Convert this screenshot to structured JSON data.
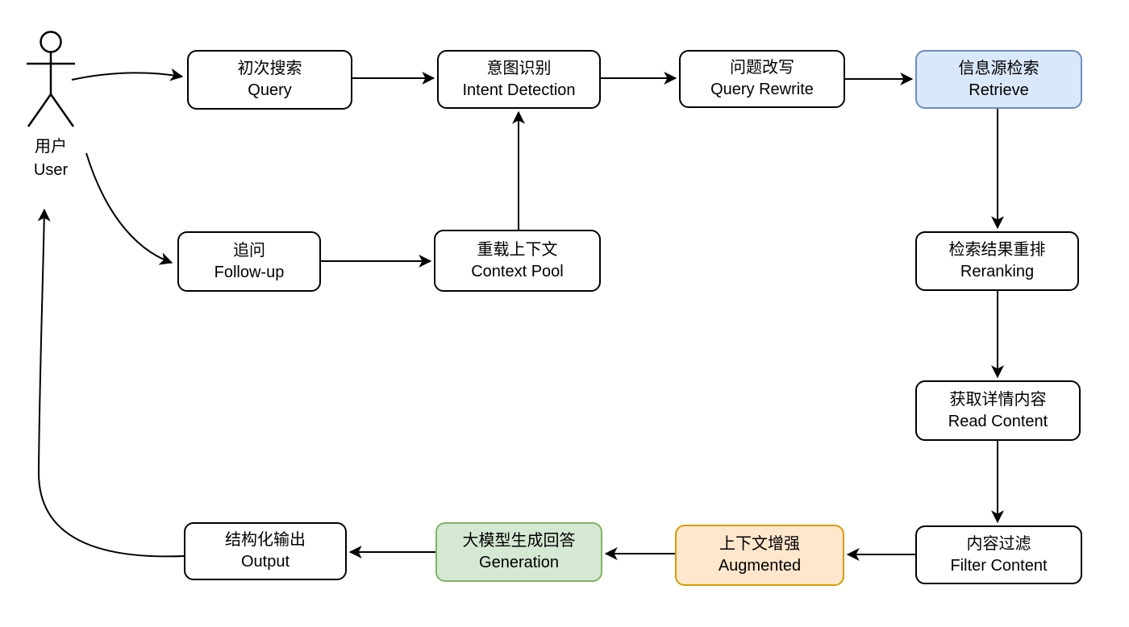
{
  "diagram": {
    "actor": {
      "zh": "用户",
      "en": "User"
    },
    "colors": {
      "default_fill": "#ffffff",
      "default_stroke": "#000000",
      "blue_fill": "#dae8fc",
      "blue_stroke": "#6c8ebf",
      "orange_fill": "#ffe6cc",
      "orange_stroke": "#d79b00",
      "green_fill": "#d5e8d4",
      "green_stroke": "#82b366",
      "line": "#000000"
    },
    "nodes": [
      {
        "id": "query",
        "zh": "初次搜索",
        "en": "Query",
        "fill": "#ffffff",
        "stroke": "#000000"
      },
      {
        "id": "intent",
        "zh": "意图识别",
        "en": "Intent Detection",
        "fill": "#ffffff",
        "stroke": "#000000"
      },
      {
        "id": "rewrite",
        "zh": "问题改写",
        "en": "Query Rewrite",
        "fill": "#ffffff",
        "stroke": "#000000"
      },
      {
        "id": "retrieve",
        "zh": "信息源检索",
        "en": "Retrieve",
        "fill": "#dae8fc",
        "stroke": "#6c8ebf"
      },
      {
        "id": "followup",
        "zh": "追问",
        "en": "Follow-up",
        "fill": "#ffffff",
        "stroke": "#000000"
      },
      {
        "id": "context",
        "zh": "重载上下文",
        "en": "Context Pool",
        "fill": "#ffffff",
        "stroke": "#000000"
      },
      {
        "id": "rerank",
        "zh": "检索结果重排",
        "en": "Reranking",
        "fill": "#ffffff",
        "stroke": "#000000"
      },
      {
        "id": "read",
        "zh": "获取详情内容",
        "en": "Read Content",
        "fill": "#ffffff",
        "stroke": "#000000"
      },
      {
        "id": "filter",
        "zh": "内容过滤",
        "en": "Filter Content",
        "fill": "#ffffff",
        "stroke": "#000000"
      },
      {
        "id": "augmented",
        "zh": "上下文增强",
        "en": "Augmented",
        "fill": "#ffe6cc",
        "stroke": "#d79b00"
      },
      {
        "id": "generation",
        "zh": "大模型生成回答",
        "en": "Generation",
        "fill": "#d5e8d4",
        "stroke": "#82b366"
      },
      {
        "id": "output",
        "zh": "结构化输出",
        "en": "Output",
        "fill": "#ffffff",
        "stroke": "#000000"
      }
    ],
    "edges": [
      {
        "from": "user",
        "to": "query"
      },
      {
        "from": "user",
        "to": "followup"
      },
      {
        "from": "query",
        "to": "intent"
      },
      {
        "from": "intent",
        "to": "rewrite"
      },
      {
        "from": "rewrite",
        "to": "retrieve"
      },
      {
        "from": "followup",
        "to": "context"
      },
      {
        "from": "context",
        "to": "intent"
      },
      {
        "from": "retrieve",
        "to": "rerank"
      },
      {
        "from": "rerank",
        "to": "read"
      },
      {
        "from": "read",
        "to": "filter"
      },
      {
        "from": "filter",
        "to": "augmented"
      },
      {
        "from": "augmented",
        "to": "generation"
      },
      {
        "from": "generation",
        "to": "output"
      },
      {
        "from": "output",
        "to": "user"
      }
    ]
  }
}
